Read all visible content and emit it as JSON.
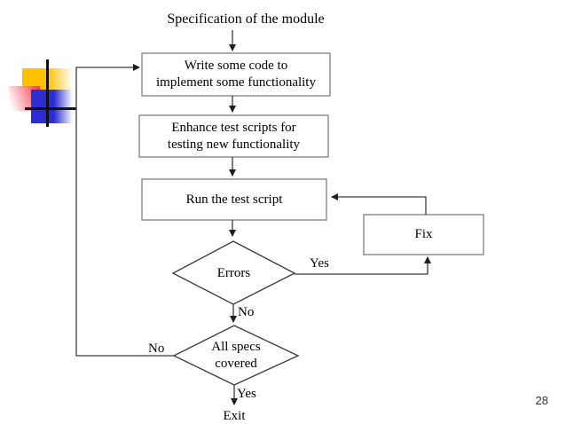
{
  "slide": {
    "page_number": "28"
  },
  "flowchart": {
    "specification_label": "Specification of the module",
    "write_code": {
      "lines": [
        "Write some code to",
        "implement some functionality"
      ]
    },
    "enhance_tests": {
      "lines": [
        "Enhance test scripts for",
        "testing new functionality"
      ]
    },
    "run_test": {
      "label": "Run the test script"
    },
    "fix": {
      "label": "Fix"
    },
    "errors_decision": {
      "label": "Errors",
      "yes_label": "Yes",
      "no_label": "No"
    },
    "all_specs_decision": {
      "lines": [
        "All specs",
        "covered"
      ],
      "yes_label": "Yes",
      "no_label": "No"
    },
    "exit_label": "Exit"
  },
  "colors": {
    "box_border": "#7f7f7f",
    "connector": "#3a3a3a",
    "arrowhead": "#1f1f1f",
    "text": "#000000",
    "decoration_yellow": "#ffc003",
    "decoration_red": "#f5364a",
    "decoration_blue": "#2d2dd2",
    "page_number_color": "#333333"
  }
}
